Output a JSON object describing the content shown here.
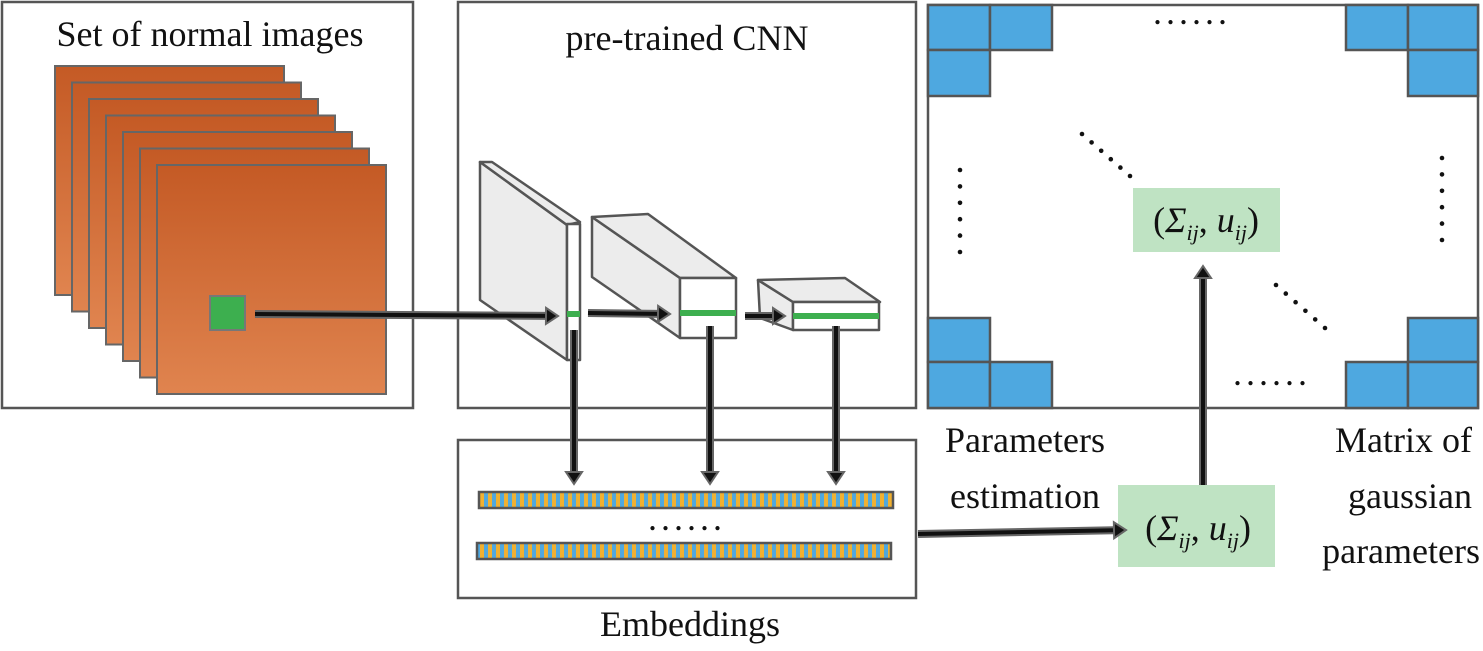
{
  "panels": {
    "images": {
      "title": "Set of normal images"
    },
    "cnn": {
      "title": "pre-trained CNN"
    },
    "embeddings": {
      "label": "Embeddings",
      "dots": "......"
    },
    "estimation": {
      "label_line1": "Parameters",
      "label_line2": "estimation"
    },
    "matrix": {
      "label_line1": "Matrix of",
      "label_line2": "gaussian",
      "label_line3": "parameters",
      "top_dots": "......",
      "bottom_dots": "......"
    }
  },
  "params": {
    "open": "(",
    "sigma": "Σ",
    "sub": "ij",
    "comma": ", ",
    "u": "u",
    "close": ")"
  },
  "colors": {
    "image_top": "#c45a25",
    "image_bottom": "#e0844f",
    "patch": "#3daf4f",
    "feature_line": "#3daf4f",
    "matrix_cell": "#4ea8e0",
    "param_box": "#bfe3c3",
    "embedding_a": "#f0b030",
    "embedding_b": "#4ea8e0",
    "layer_face": "#ececec",
    "border": "#555555"
  }
}
